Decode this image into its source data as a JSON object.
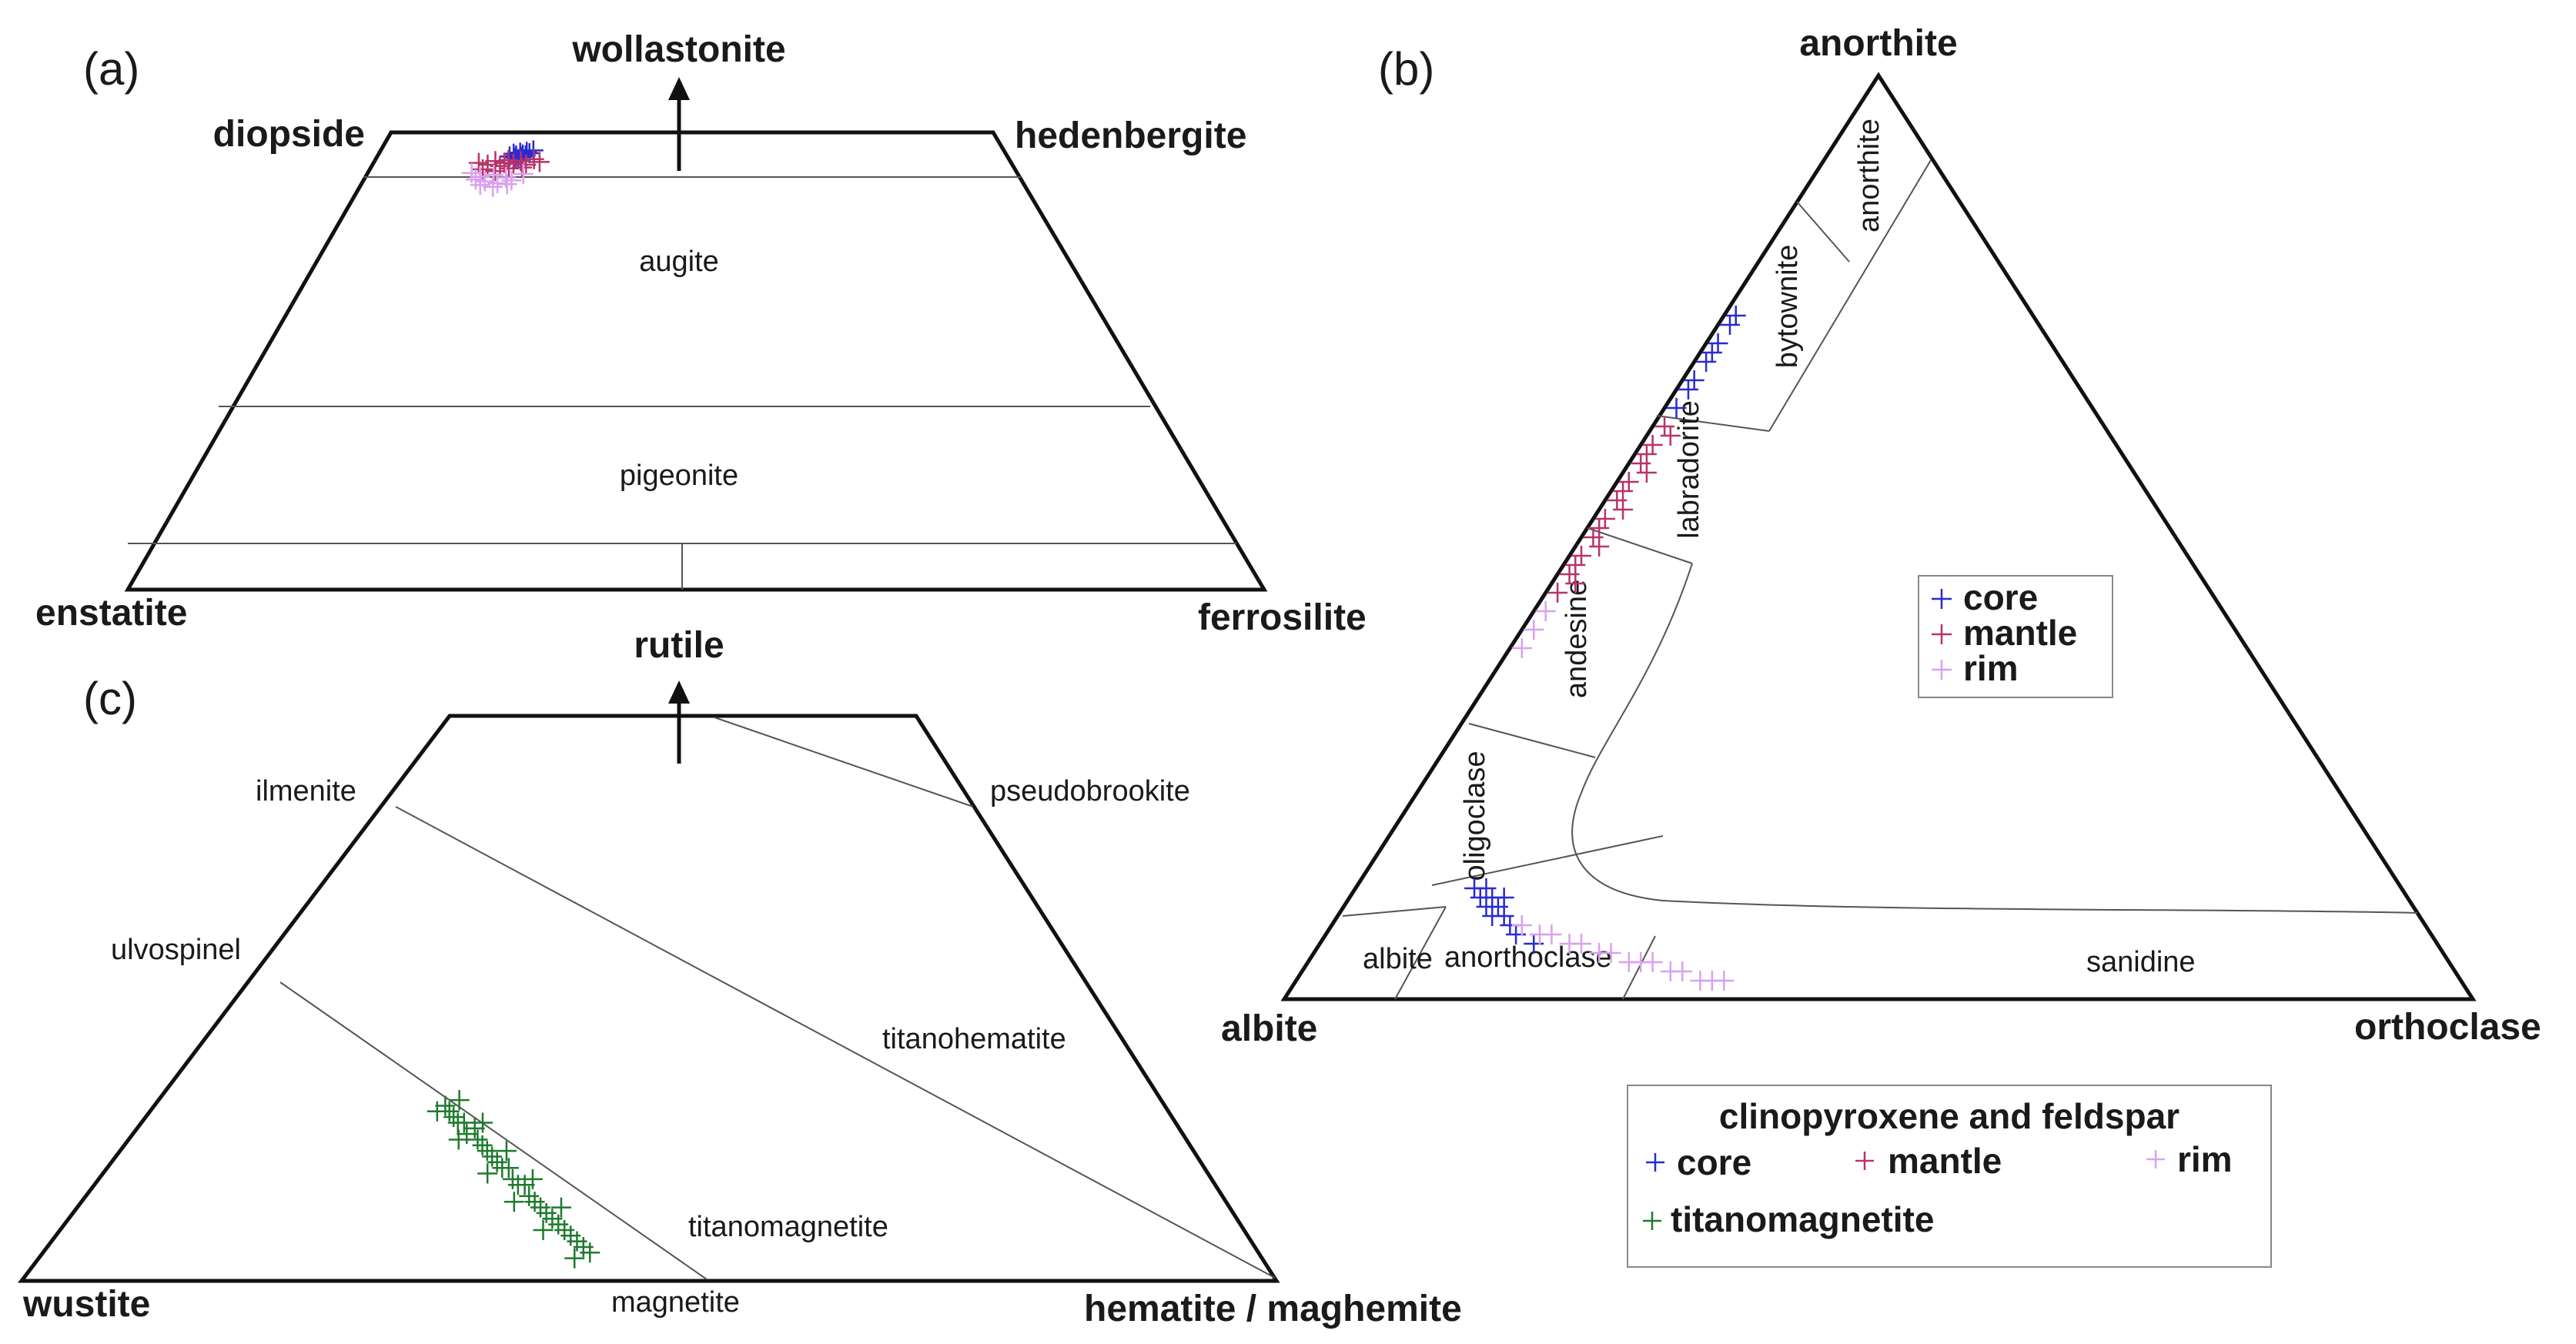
{
  "colors": {
    "core": "#2a2ad0",
    "mantle": "#b8336a",
    "rim": "#d9a2ee",
    "titanomagnetite": "#1f7a2e"
  },
  "legend_main": {
    "title": "clinopyroxene and feldspar",
    "core": "core",
    "mantle": "mantle",
    "rim": "rim",
    "titanomagnetite": "titanomagnetite"
  },
  "chart_data": [
    {
      "type": "scatter",
      "panel": "(a)",
      "diagram": "quadrilateral",
      "corner_labels": {
        "apex_arrow": "wollastonite",
        "top_left": "diopside",
        "top_right": "hedenbergite",
        "bottom_left": "enstatite",
        "bottom_right": "ferrosilite"
      },
      "fields": [
        "augite",
        "pigeonite"
      ],
      "series": [
        {
          "name": "core",
          "color": "#2a2ad0",
          "points": [
            [
              0.42,
              0.52
            ],
            [
              0.43,
              0.46
            ],
            [
              0.44,
              0.5
            ],
            [
              0.45,
              0.44
            ],
            [
              0.46,
              0.48
            ],
            [
              0.47,
              0.42
            ],
            [
              0.44,
              0.55
            ],
            [
              0.46,
              0.53
            ],
            [
              0.48,
              0.45
            ],
            [
              0.49,
              0.39
            ],
            [
              0.47,
              0.5
            ],
            [
              0.45,
              0.58
            ]
          ]
        },
        {
          "name": "mantle",
          "color": "#b8336a",
          "points": [
            [
              0.33,
              0.66
            ],
            [
              0.36,
              0.7
            ],
            [
              0.38,
              0.62
            ],
            [
              0.4,
              0.73
            ],
            [
              0.42,
              0.6
            ],
            [
              0.44,
              0.68
            ],
            [
              0.46,
              0.62
            ],
            [
              0.48,
              0.7
            ],
            [
              0.5,
              0.58
            ],
            [
              0.35,
              0.8
            ],
            [
              0.39,
              0.84
            ],
            [
              0.43,
              0.78
            ],
            [
              0.47,
              0.76
            ],
            [
              0.41,
              0.66
            ],
            [
              0.52,
              0.64
            ]
          ]
        },
        {
          "name": "rim",
          "color": "#d9a2ee",
          "points": [
            [
              0.32,
              0.88
            ],
            [
              0.35,
              0.96
            ],
            [
              0.37,
              1.06
            ],
            [
              0.39,
              0.92
            ],
            [
              0.41,
              1.1
            ],
            [
              0.43,
              0.98
            ],
            [
              0.45,
              1.04
            ],
            [
              0.4,
              1.18
            ],
            [
              0.36,
              1.14
            ],
            [
              0.44,
              1.12
            ],
            [
              0.48,
              0.9
            ],
            [
              0.34,
              1.02
            ]
          ]
        }
      ]
    },
    {
      "type": "scatter",
      "panel": "(b)",
      "diagram": "ternary",
      "corner_labels": {
        "top": "anorthite",
        "left": "albite",
        "right": "orthoclase"
      },
      "fields": [
        "anorthite",
        "bytownite",
        "labradorite",
        "andesine",
        "oligoclase",
        "albite",
        "anorthoclase",
        "sanidine"
      ],
      "legend": {
        "core": "core",
        "mantle": "mantle",
        "rim": "rim"
      },
      "series": [
        {
          "name": "core",
          "color": "#2a2ad0",
          "points": [
            [
              67,
              32,
              1
            ],
            [
              69,
              30,
              1
            ],
            [
              71,
              28,
              1
            ],
            [
              73,
              26,
              1
            ],
            [
              64,
              35,
              1
            ],
            [
              66,
              33,
              1
            ],
            [
              70,
              29,
              1
            ],
            [
              74,
              25,
              1
            ],
            [
              11,
              78,
              11
            ],
            [
              10,
              78,
              12
            ],
            [
              12,
              77,
              11
            ],
            [
              9,
              78,
              13
            ],
            [
              11,
              77,
              12
            ],
            [
              10,
              77,
              13
            ],
            [
              12,
              78,
              10
            ],
            [
              8,
              77,
              15
            ],
            [
              7,
              77,
              16
            ],
            [
              6,
              76,
              18
            ],
            [
              11,
              76,
              13
            ],
            [
              9,
              77,
              14
            ]
          ]
        },
        {
          "name": "mantle",
          "color": "#b8336a",
          "points": [
            [
              44,
              55,
              1
            ],
            [
              46,
              53,
              1
            ],
            [
              48,
              51,
              1
            ],
            [
              50,
              49,
              1
            ],
            [
              52,
              47,
              1
            ],
            [
              54,
              45,
              1
            ],
            [
              56,
              43,
              1
            ],
            [
              58,
              41,
              1
            ],
            [
              60,
              39,
              1
            ],
            [
              62,
              37,
              1
            ],
            [
              45,
              53,
              2
            ],
            [
              49,
              49,
              2
            ],
            [
              53,
              45,
              2
            ],
            [
              57,
              41,
              2
            ],
            [
              61,
              37,
              2
            ],
            [
              47,
              52,
              1
            ],
            [
              51,
              48,
              1
            ],
            [
              55,
              44,
              1
            ],
            [
              59,
              40,
              1
            ]
          ]
        },
        {
          "name": "rim",
          "color": "#d9a2ee",
          "points": [
            [
              40,
              59,
              1
            ],
            [
              42,
              57,
              1
            ],
            [
              38,
              61,
              1
            ],
            [
              8,
              76,
              16
            ],
            [
              7,
              74,
              19
            ],
            [
              6,
              72,
              22
            ],
            [
              5,
              70,
              25
            ],
            [
              4,
              68,
              28
            ],
            [
              3,
              66,
              31
            ],
            [
              2,
              64,
              34
            ],
            [
              2,
              62,
              36
            ],
            [
              6,
              73,
              21
            ],
            [
              5,
              71,
              24
            ],
            [
              4,
              67,
              29
            ],
            [
              3,
              65,
              32
            ],
            [
              2,
              63,
              35
            ],
            [
              7,
              75,
              18
            ],
            [
              4,
              69,
              27
            ]
          ]
        }
      ]
    },
    {
      "type": "scatter",
      "panel": "(c)",
      "diagram": "quadrilateral",
      "corner_labels": {
        "apex_arrow": "rutile",
        "bottom_left": "wustite",
        "bottom_right": "hematite / maghemite"
      },
      "fields": [
        "ilmenite",
        "pseudobrookite",
        "ulvospinel",
        "titanohematite",
        "titanomagnetite",
        "magnetite"
      ],
      "series": [
        {
          "name": "titanomagnetite",
          "color": "#1f7a2e",
          "points": [
            [
              0.47,
              0.7
            ],
            [
              0.48,
              0.69
            ],
            [
              0.49,
              0.7
            ],
            [
              0.5,
              0.71
            ],
            [
              0.51,
              0.72
            ],
            [
              0.52,
              0.72
            ],
            [
              0.53,
              0.74
            ],
            [
              0.54,
              0.73
            ],
            [
              0.55,
              0.75
            ],
            [
              0.56,
              0.76
            ],
            [
              0.57,
              0.77
            ],
            [
              0.58,
              0.78
            ],
            [
              0.59,
              0.79
            ],
            [
              0.6,
              0.8
            ],
            [
              0.61,
              0.8
            ],
            [
              0.62,
              0.82
            ],
            [
              0.63,
              0.83
            ],
            [
              0.64,
              0.83
            ],
            [
              0.65,
              0.85
            ],
            [
              0.66,
              0.86
            ],
            [
              0.67,
              0.87
            ],
            [
              0.68,
              0.88
            ],
            [
              0.69,
              0.89
            ],
            [
              0.7,
              0.9
            ],
            [
              0.71,
              0.91
            ],
            [
              0.72,
              0.92
            ],
            [
              0.73,
              0.93
            ],
            [
              0.74,
              0.94
            ],
            [
              0.5,
              0.68
            ],
            [
              0.55,
              0.72
            ],
            [
              0.6,
              0.77
            ],
            [
              0.65,
              0.82
            ],
            [
              0.7,
              0.87
            ],
            [
              0.52,
              0.75
            ],
            [
              0.58,
              0.81
            ],
            [
              0.63,
              0.86
            ],
            [
              0.68,
              0.91
            ],
            [
              0.73,
              0.96
            ],
            [
              0.75,
              0.95
            ]
          ]
        }
      ]
    }
  ]
}
